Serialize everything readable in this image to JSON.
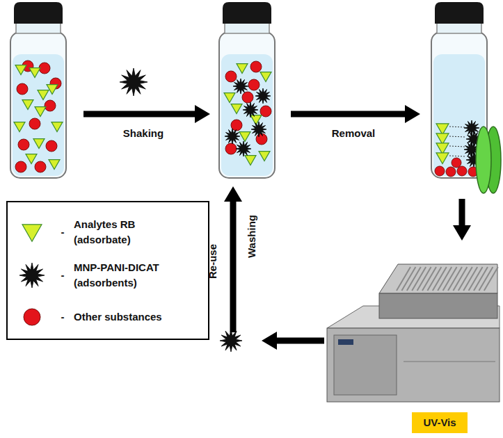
{
  "diagram": {
    "nodes": [
      {
        "text": [
          "UV-Vis"
        ]
      }
    ],
    "labels": [
      "Shaking",
      "Removal",
      "-",
      "-",
      "-",
      "Washing",
      "Re-use"
    ],
    "legend": [
      {
        "text": "Analytes RB (adsorbate)"
      },
      {
        "text": "MNP-PANI-DICAT (adsorbents)"
      },
      {
        "text": "Other substances"
      }
    ]
  }
}
